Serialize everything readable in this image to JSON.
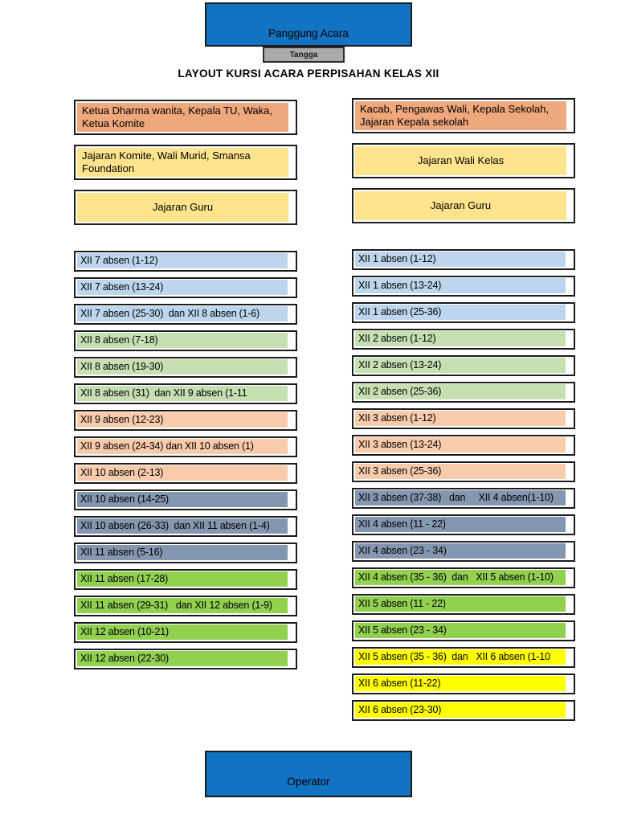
{
  "title": "LAYOUT KURSI ACARA PERPISAHAN KELAS XII",
  "stage": {
    "label": "Panggung Acara"
  },
  "stairs": {
    "label": "Tangga"
  },
  "operator": {
    "label": "Operator"
  },
  "palette": {
    "stage_blue": "#1273C2",
    "stairs_gray": "#ABABAB",
    "orange": "#EFA77C",
    "gold": "#FFE48D",
    "light_blue": "#BDD6EE",
    "light_green": "#C6E0B4",
    "peach": "#F8CBAD",
    "slate_blue": "#8496B0",
    "bright_green": "#92D050",
    "yellow": "#FFFF00"
  },
  "left_column": {
    "headers": [
      {
        "label": "Ketua Dharma wanita, Kepala TU, Waka, Ketua Komite",
        "color": "#EFA77C"
      },
      {
        "label": "Jajaran Komite, Wali Murid, Smansa Foundation",
        "color": "#FFE48D"
      },
      {
        "label": "Jajaran Guru",
        "color": "#FFE48D"
      }
    ],
    "rows": [
      {
        "label": "XII 7 absen (1-12)",
        "color": "#BDD6EE"
      },
      {
        "label": "XII 7 absen (13-24)",
        "color": "#BDD6EE"
      },
      {
        "label": "XII 7 absen (25-30)  dan XII 8 absen (1-6)",
        "color": "#BDD6EE"
      },
      {
        "label": "XII 8 absen (7-18)",
        "color": "#C6E0B4"
      },
      {
        "label": "XII 8 absen (19-30)",
        "color": "#C6E0B4"
      },
      {
        "label": "XII 8 absen (31)  dan XII 9 absen (1-11",
        "color": "#C6E0B4"
      },
      {
        "label": "XII 9 absen (12-23)",
        "color": "#F8CBAD"
      },
      {
        "label": "XII 9 absen (24-34) dan XII 10 absen (1)",
        "color": "#F8CBAD"
      },
      {
        "label": "XII 10 absen (2-13)",
        "color": "#F8CBAD"
      },
      {
        "label": "XII 10 absen (14-25)",
        "color": "#8496B0"
      },
      {
        "label": "XII 10 absen (26-33)  dan XII 11 absen (1-4)",
        "color": "#8496B0"
      },
      {
        "label": "XII 11 absen (5-16)",
        "color": "#8496B0"
      },
      {
        "label": "XII 11 absen (17-28)",
        "color": "#92D050"
      },
      {
        "label": "XII 11 absen (29-31)   dan XII 12 absen (1-9)",
        "color": "#92D050"
      },
      {
        "label": "XII 12 absen (10-21)",
        "color": "#92D050"
      },
      {
        "label": "XII 12 absen (22-30)",
        "color": "#92D050"
      }
    ]
  },
  "right_column": {
    "headers": [
      {
        "label": "Kacab, Pengawas Wali, Kepala Sekolah, Jajaran Kepala sekolah",
        "color": "#EFA77C"
      },
      {
        "label": "Jajaran Wali Kelas",
        "color": "#FFE48D"
      },
      {
        "label": "Jajaran Guru",
        "color": "#FFE48D"
      }
    ],
    "rows": [
      {
        "label": "XII 1 absen (1-12)",
        "color": "#BDD6EE"
      },
      {
        "label": "XII 1 absen (13-24)",
        "color": "#BDD6EE"
      },
      {
        "label": "XII 1 absen (25-36)",
        "color": "#BDD6EE"
      },
      {
        "label": "XII 2 absen (1-12)",
        "color": "#C6E0B4"
      },
      {
        "label": "XII 2 absen (13-24)",
        "color": "#C6E0B4"
      },
      {
        "label": "XII 2 absen (25-36)",
        "color": "#C6E0B4"
      },
      {
        "label": "XII 3 absen (1-12)",
        "color": "#F8CBAD"
      },
      {
        "label": "XII 3 absen (13-24)",
        "color": "#F8CBAD"
      },
      {
        "label": "XII 3 absen (25-36)",
        "color": "#F8CBAD"
      },
      {
        "label": "XII 3 absen (37-38)   dan     XII 4 absen(1-10)",
        "color": "#8496B0"
      },
      {
        "label": "XII 4 absen (11 - 22)",
        "color": "#8496B0"
      },
      {
        "label": "XII 4 absen (23 - 34)",
        "color": "#8496B0"
      },
      {
        "label": "XII 4 absen (35 - 36)  dan   XII 5 absen (1-10)",
        "color": "#92D050"
      },
      {
        "label": "XII 5 absen (11 - 22)",
        "color": "#92D050"
      },
      {
        "label": "XII 5 absen (23 - 34)",
        "color": "#92D050"
      },
      {
        "label": "XII 5 absen (35 - 36)  dan   XII 6 absen (1-10",
        "color": "#FFFF00"
      },
      {
        "label": "XII 6 absen (11-22)",
        "color": "#FFFF00"
      },
      {
        "label": "XII 6 absen (23-30)",
        "color": "#FFFF00"
      }
    ]
  }
}
